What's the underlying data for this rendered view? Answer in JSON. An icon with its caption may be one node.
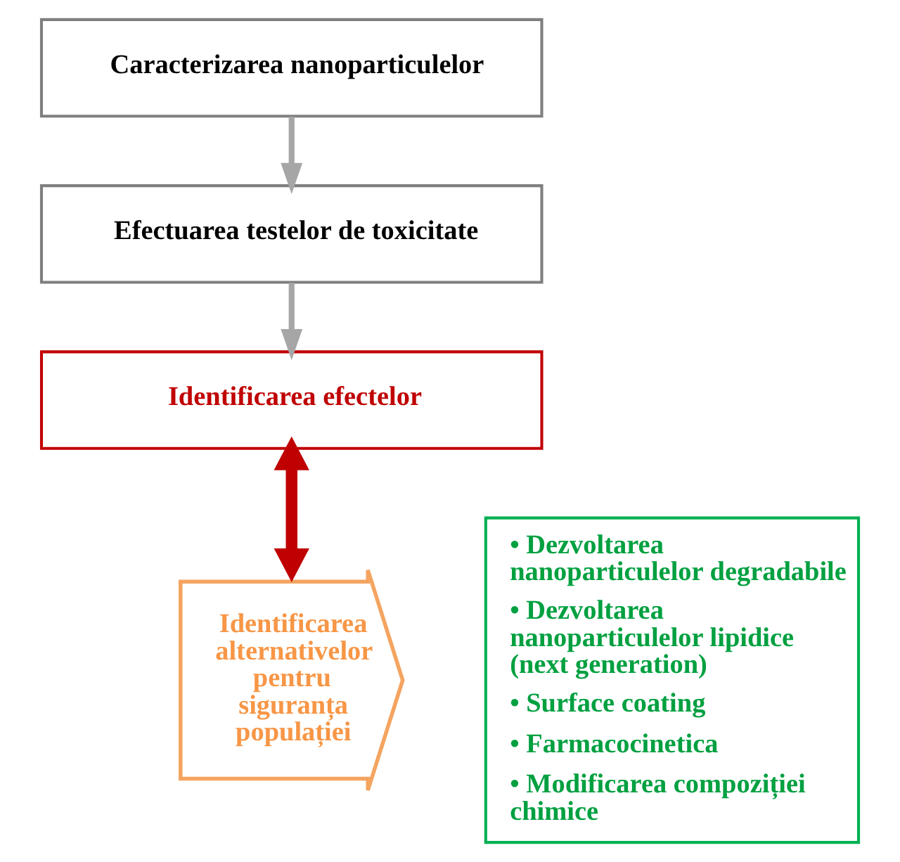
{
  "diagram": {
    "nodes": [
      {
        "text": [
          "Caracterizarea nanoparticulelor"
        ]
      },
      {
        "text": [
          "Efectuarea testelor de toxicitate"
        ]
      },
      {
        "text": [
          "Identificarea efectelor"
        ]
      },
      {
        "text": [
          "Identificarea alternativelor pentru siguranța populației"
        ]
      },
      {
        "text": [
          "• Dezvoltarea nanoparticulelor degradabile",
          "• Dezvoltarea nanoparticulelor lipidice (next generation)",
          "• Surface coating",
          "• Farmacocinetica",
          "• Modificarea compoziției chimice"
        ]
      }
    ],
    "edges": [
      {
        "from": 0,
        "to": 1,
        "arrow": "to"
      },
      {
        "from": 1,
        "to": 2,
        "arrow": "to"
      },
      {
        "from": 2,
        "to": 3,
        "arrow": "both",
        "style": "thick",
        "color": "#c00000"
      }
    ]
  }
}
